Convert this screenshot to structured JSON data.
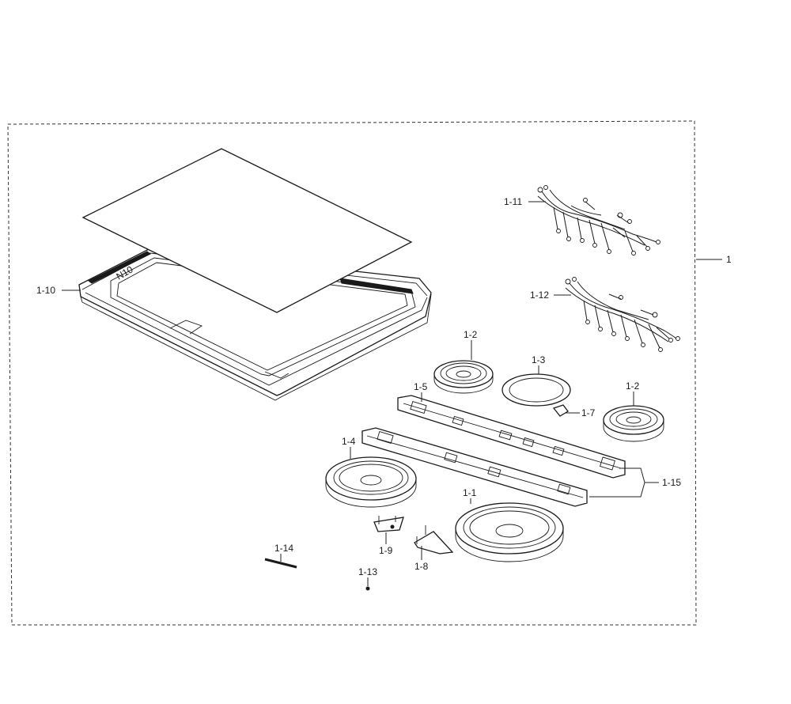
{
  "callouts": {
    "c1": "1",
    "c1_1": "1-1",
    "c1_2a": "1-2",
    "c1_2b": "1-2",
    "c1_3": "1-3",
    "c1_4": "1-4",
    "c1_5": "1-5",
    "c1_7": "1-7",
    "c1_8": "1-8",
    "c1_9": "1-9",
    "c1_10": "1-10",
    "c1_11": "1-11",
    "c1_12": "1-12",
    "c1_13": "1-13",
    "c1_14": "1-14",
    "c1_15": "1-15"
  }
}
